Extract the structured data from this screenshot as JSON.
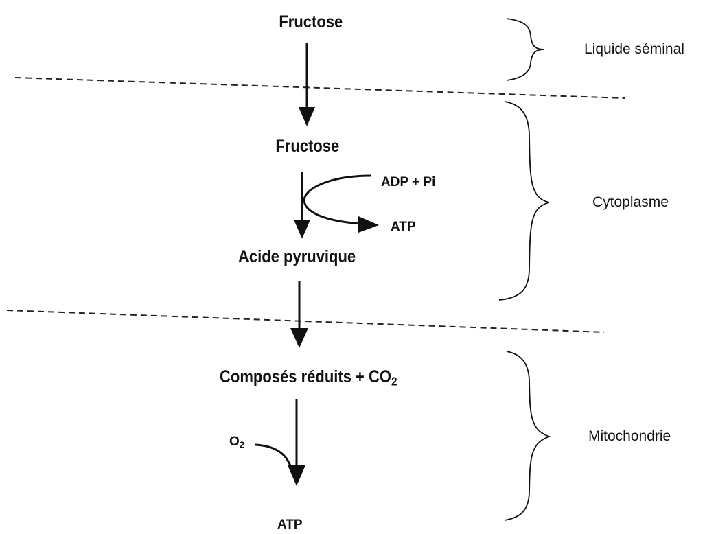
{
  "nodes": {
    "fructose_top": "Fructose",
    "fructose_mid": "Fructose",
    "adp_pi": "ADP + Pi",
    "atp_mid": "ATP",
    "acide_pyruvique": "Acide pyruvique",
    "composes_reduits": "Composés réduits + CO",
    "composes_sub": "2",
    "o2": "O",
    "o2_sub": "2",
    "atp_bottom": "ATP"
  },
  "regions": {
    "liquide_seminal": "Liquide séminal",
    "cytoplasme": "Cytoplasme",
    "mitochondrie": "Mitochondrie"
  }
}
